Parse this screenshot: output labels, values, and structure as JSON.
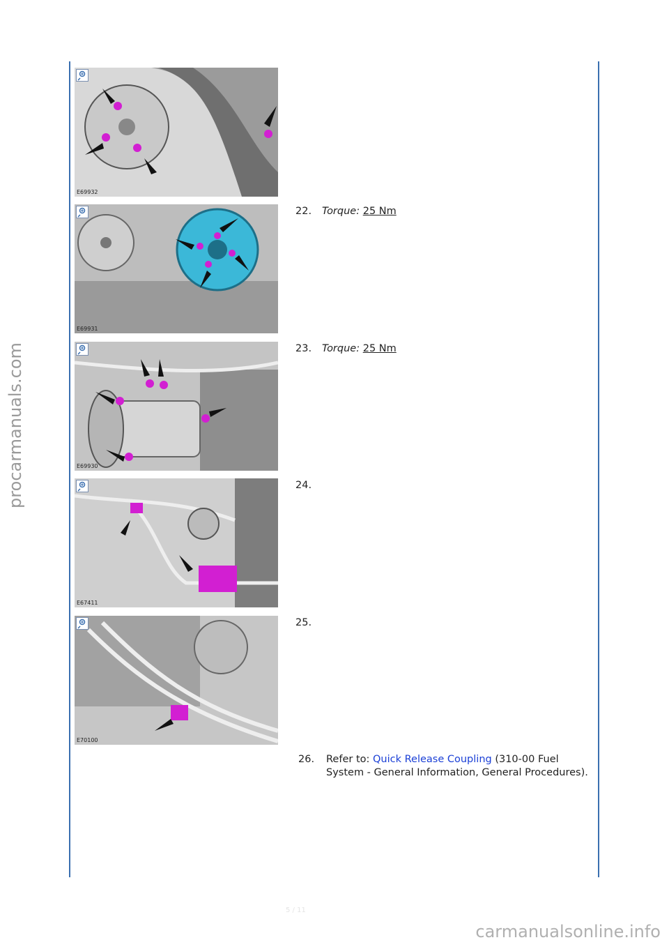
{
  "watermarks": {
    "side": "procarmanuals.com",
    "bottom": "carmanualsonline.info"
  },
  "page_number": "5 / 11",
  "steps": [
    {
      "image_code": "E69932"
    },
    {
      "number": "22.",
      "torque_label": "Torque:",
      "torque_value": "25 Nm",
      "image_code": "E69931"
    },
    {
      "number": "23.",
      "torque_label": "Torque:",
      "torque_value": "25 Nm",
      "image_code": "E69930"
    },
    {
      "number": "24.",
      "image_code": "E67411"
    },
    {
      "number": "25.",
      "image_code": "E70100"
    },
    {
      "number": "26.",
      "refer_prefix": "Refer to:",
      "link_text": "Quick Release Coupling",
      "refer_suffix": "(310-00 Fuel System - General Information, General Procedures)."
    }
  ],
  "colors": {
    "rule": "#3a6fb0",
    "link": "#1a3fd6",
    "highlight": "#d21fd2",
    "pulley_highlight": "#3bb8d8"
  },
  "icons": [
    "zoom-in-icon"
  ]
}
